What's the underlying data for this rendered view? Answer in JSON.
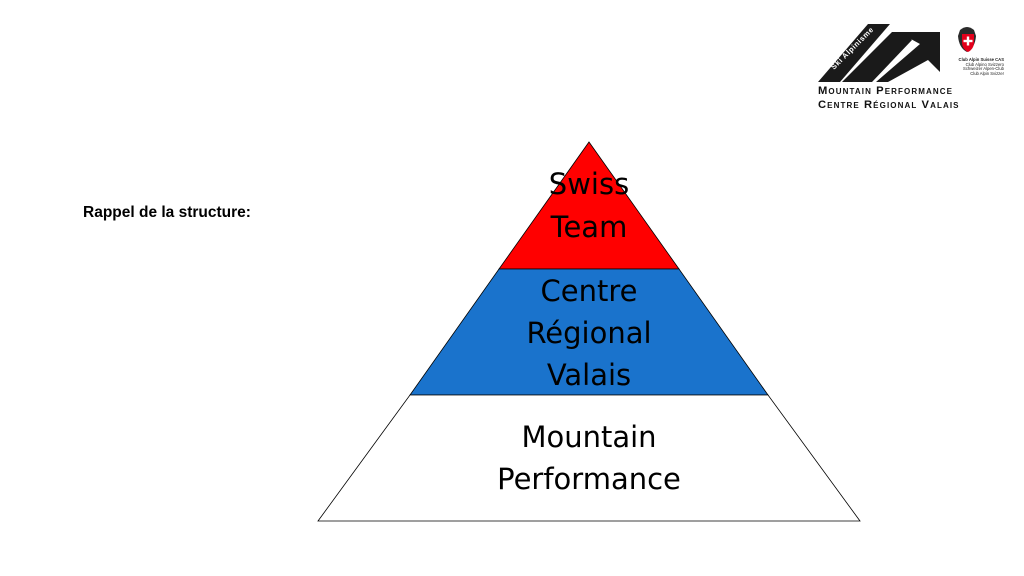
{
  "slide": {
    "intro_label": "Rappel de la structure:"
  },
  "logo": {
    "badge_text": "Ski Alpinisme",
    "line1": "Mountain Performance",
    "line2": "Centre Régional Valais",
    "cas_lines": [
      "Club Alpin Suisse CAS",
      "Club Alpino Svizzero",
      "Schweizer Alpen-Club",
      "Club Alpin Svizzer"
    ],
    "colors": {
      "dark": "#1a1a1a",
      "shield_red": "#e3001b"
    }
  },
  "pyramid": {
    "tiers": [
      {
        "lines": [
          "Swiss",
          "Team"
        ],
        "color": "#ff0000"
      },
      {
        "lines": [
          "Centre",
          "Régional",
          "Valais"
        ],
        "color": "#1a73cc"
      },
      {
        "lines": [
          "Mountain",
          "Performance"
        ],
        "color": "#ffffff"
      }
    ]
  }
}
